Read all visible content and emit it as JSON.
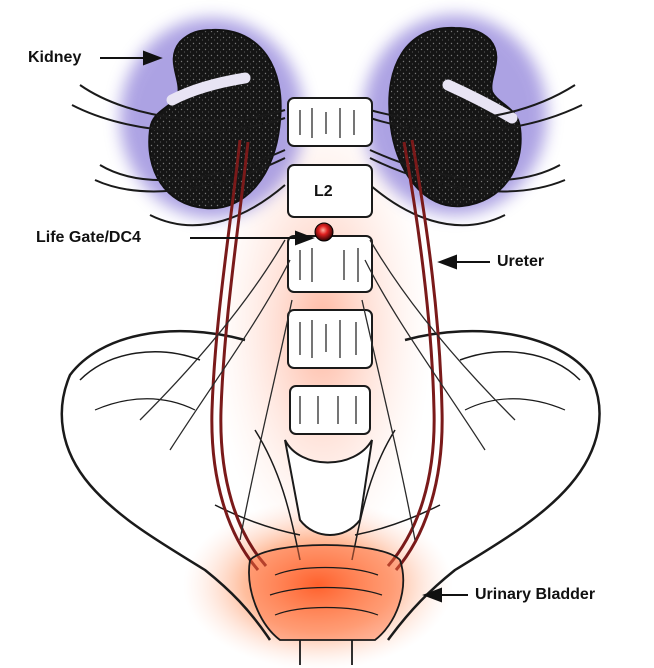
{
  "labels": {
    "kidney": "Kidney",
    "life_gate": "Life Gate/DC4",
    "ureter": "Ureter",
    "bladder": "Urinary Bladder",
    "vertebra": "L2"
  },
  "colors": {
    "kidney_glow": "#8a7bd8",
    "kidney_fill": "#151515",
    "bladder_glow": "#ff5a1f",
    "ureter": "#7a1a1a",
    "life_gate_point": "#e02020",
    "line": "#1a1a1a"
  }
}
